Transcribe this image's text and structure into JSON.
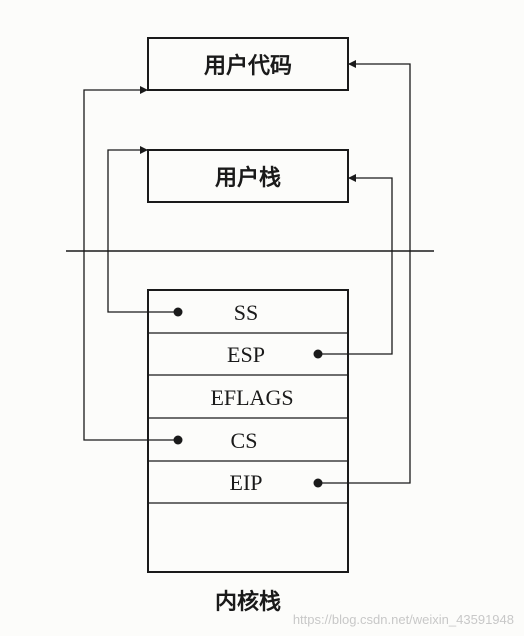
{
  "diagram": {
    "user_code_label": "用户代码",
    "user_stack_label": "用户栈",
    "kernel_stack": {
      "caption": "内核栈",
      "slots": [
        {
          "label": "SS",
          "pointer": "left"
        },
        {
          "label": "ESP",
          "pointer": "right"
        },
        {
          "label": "EFLAGS",
          "pointer": "none"
        },
        {
          "label": "CS",
          "pointer": "left"
        },
        {
          "label": "EIP",
          "pointer": "right"
        },
        {
          "label": "",
          "pointer": "none"
        }
      ]
    },
    "connections": [
      {
        "from": "SS",
        "to": "用户栈"
      },
      {
        "from": "ESP",
        "to": "用户栈"
      },
      {
        "from": "CS",
        "to": "用户代码"
      },
      {
        "from": "EIP",
        "to": "用户代码"
      }
    ],
    "colors": {
      "line": "#1a1a1a",
      "background": "#fcfcfa"
    }
  },
  "watermark": "https://blog.csdn.net/weixin_43591948"
}
